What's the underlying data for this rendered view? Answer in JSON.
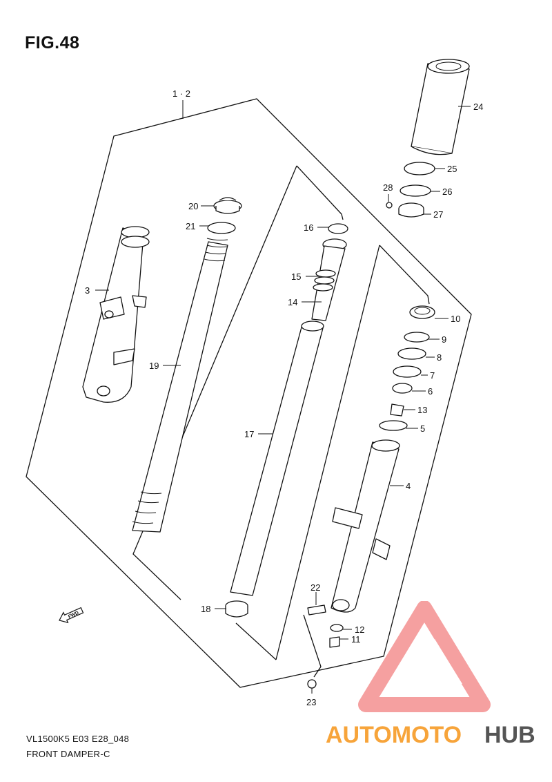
{
  "figure": {
    "title": "FIG.48"
  },
  "footer": {
    "model_code": "VL1500K5 E03 E28_048",
    "name": "FRONT DAMPER-C"
  },
  "direction_badge": {
    "label": "FWD"
  },
  "callouts": [
    {
      "id": "c1-2",
      "label": "1 · 2"
    },
    {
      "id": "c3",
      "label": "3"
    },
    {
      "id": "c4",
      "label": "4"
    },
    {
      "id": "c5",
      "label": "5"
    },
    {
      "id": "c6",
      "label": "6"
    },
    {
      "id": "c7",
      "label": "7"
    },
    {
      "id": "c8",
      "label": "8"
    },
    {
      "id": "c9",
      "label": "9"
    },
    {
      "id": "c10",
      "label": "10"
    },
    {
      "id": "c11",
      "label": "11"
    },
    {
      "id": "c12",
      "label": "12"
    },
    {
      "id": "c13",
      "label": "13"
    },
    {
      "id": "c14",
      "label": "14"
    },
    {
      "id": "c15",
      "label": "15"
    },
    {
      "id": "c16",
      "label": "16"
    },
    {
      "id": "c17",
      "label": "17"
    },
    {
      "id": "c18",
      "label": "18"
    },
    {
      "id": "c19",
      "label": "19"
    },
    {
      "id": "c20",
      "label": "20"
    },
    {
      "id": "c21",
      "label": "21"
    },
    {
      "id": "c22",
      "label": "22"
    },
    {
      "id": "c23",
      "label": "23"
    },
    {
      "id": "c24",
      "label": "24"
    },
    {
      "id": "c25",
      "label": "25"
    },
    {
      "id": "c26",
      "label": "26"
    },
    {
      "id": "c27",
      "label": "27"
    },
    {
      "id": "c28",
      "label": "28"
    }
  ],
  "watermark": {
    "text_a": "AUTOMOTO",
    "text_b": "HUB",
    "color_a": "#f7a43a",
    "color_b": "#555555",
    "logo_color": "#f5a0a0"
  }
}
